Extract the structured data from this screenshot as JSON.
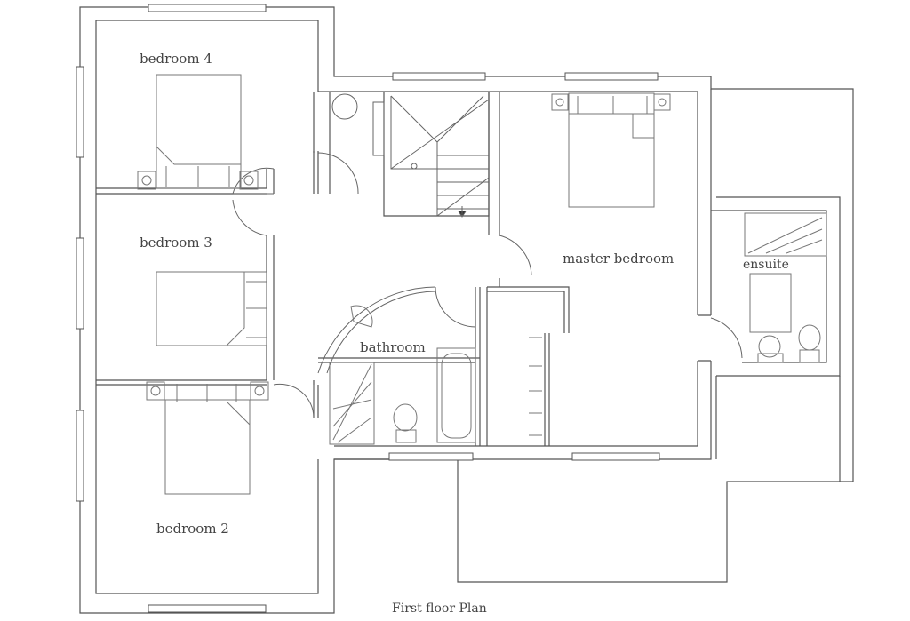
{
  "title": "First floor Plan",
  "rooms": {
    "bedroom4": "bedroom 4",
    "bedroom3": "bedroom 3",
    "bedroom2": "bedroom 2",
    "bathroom": "bathroom",
    "master": "master bedroom",
    "ensuite": "ensuite"
  },
  "colors": {
    "line": "#555555",
    "furniture": "#777777",
    "background": "#ffffff"
  }
}
